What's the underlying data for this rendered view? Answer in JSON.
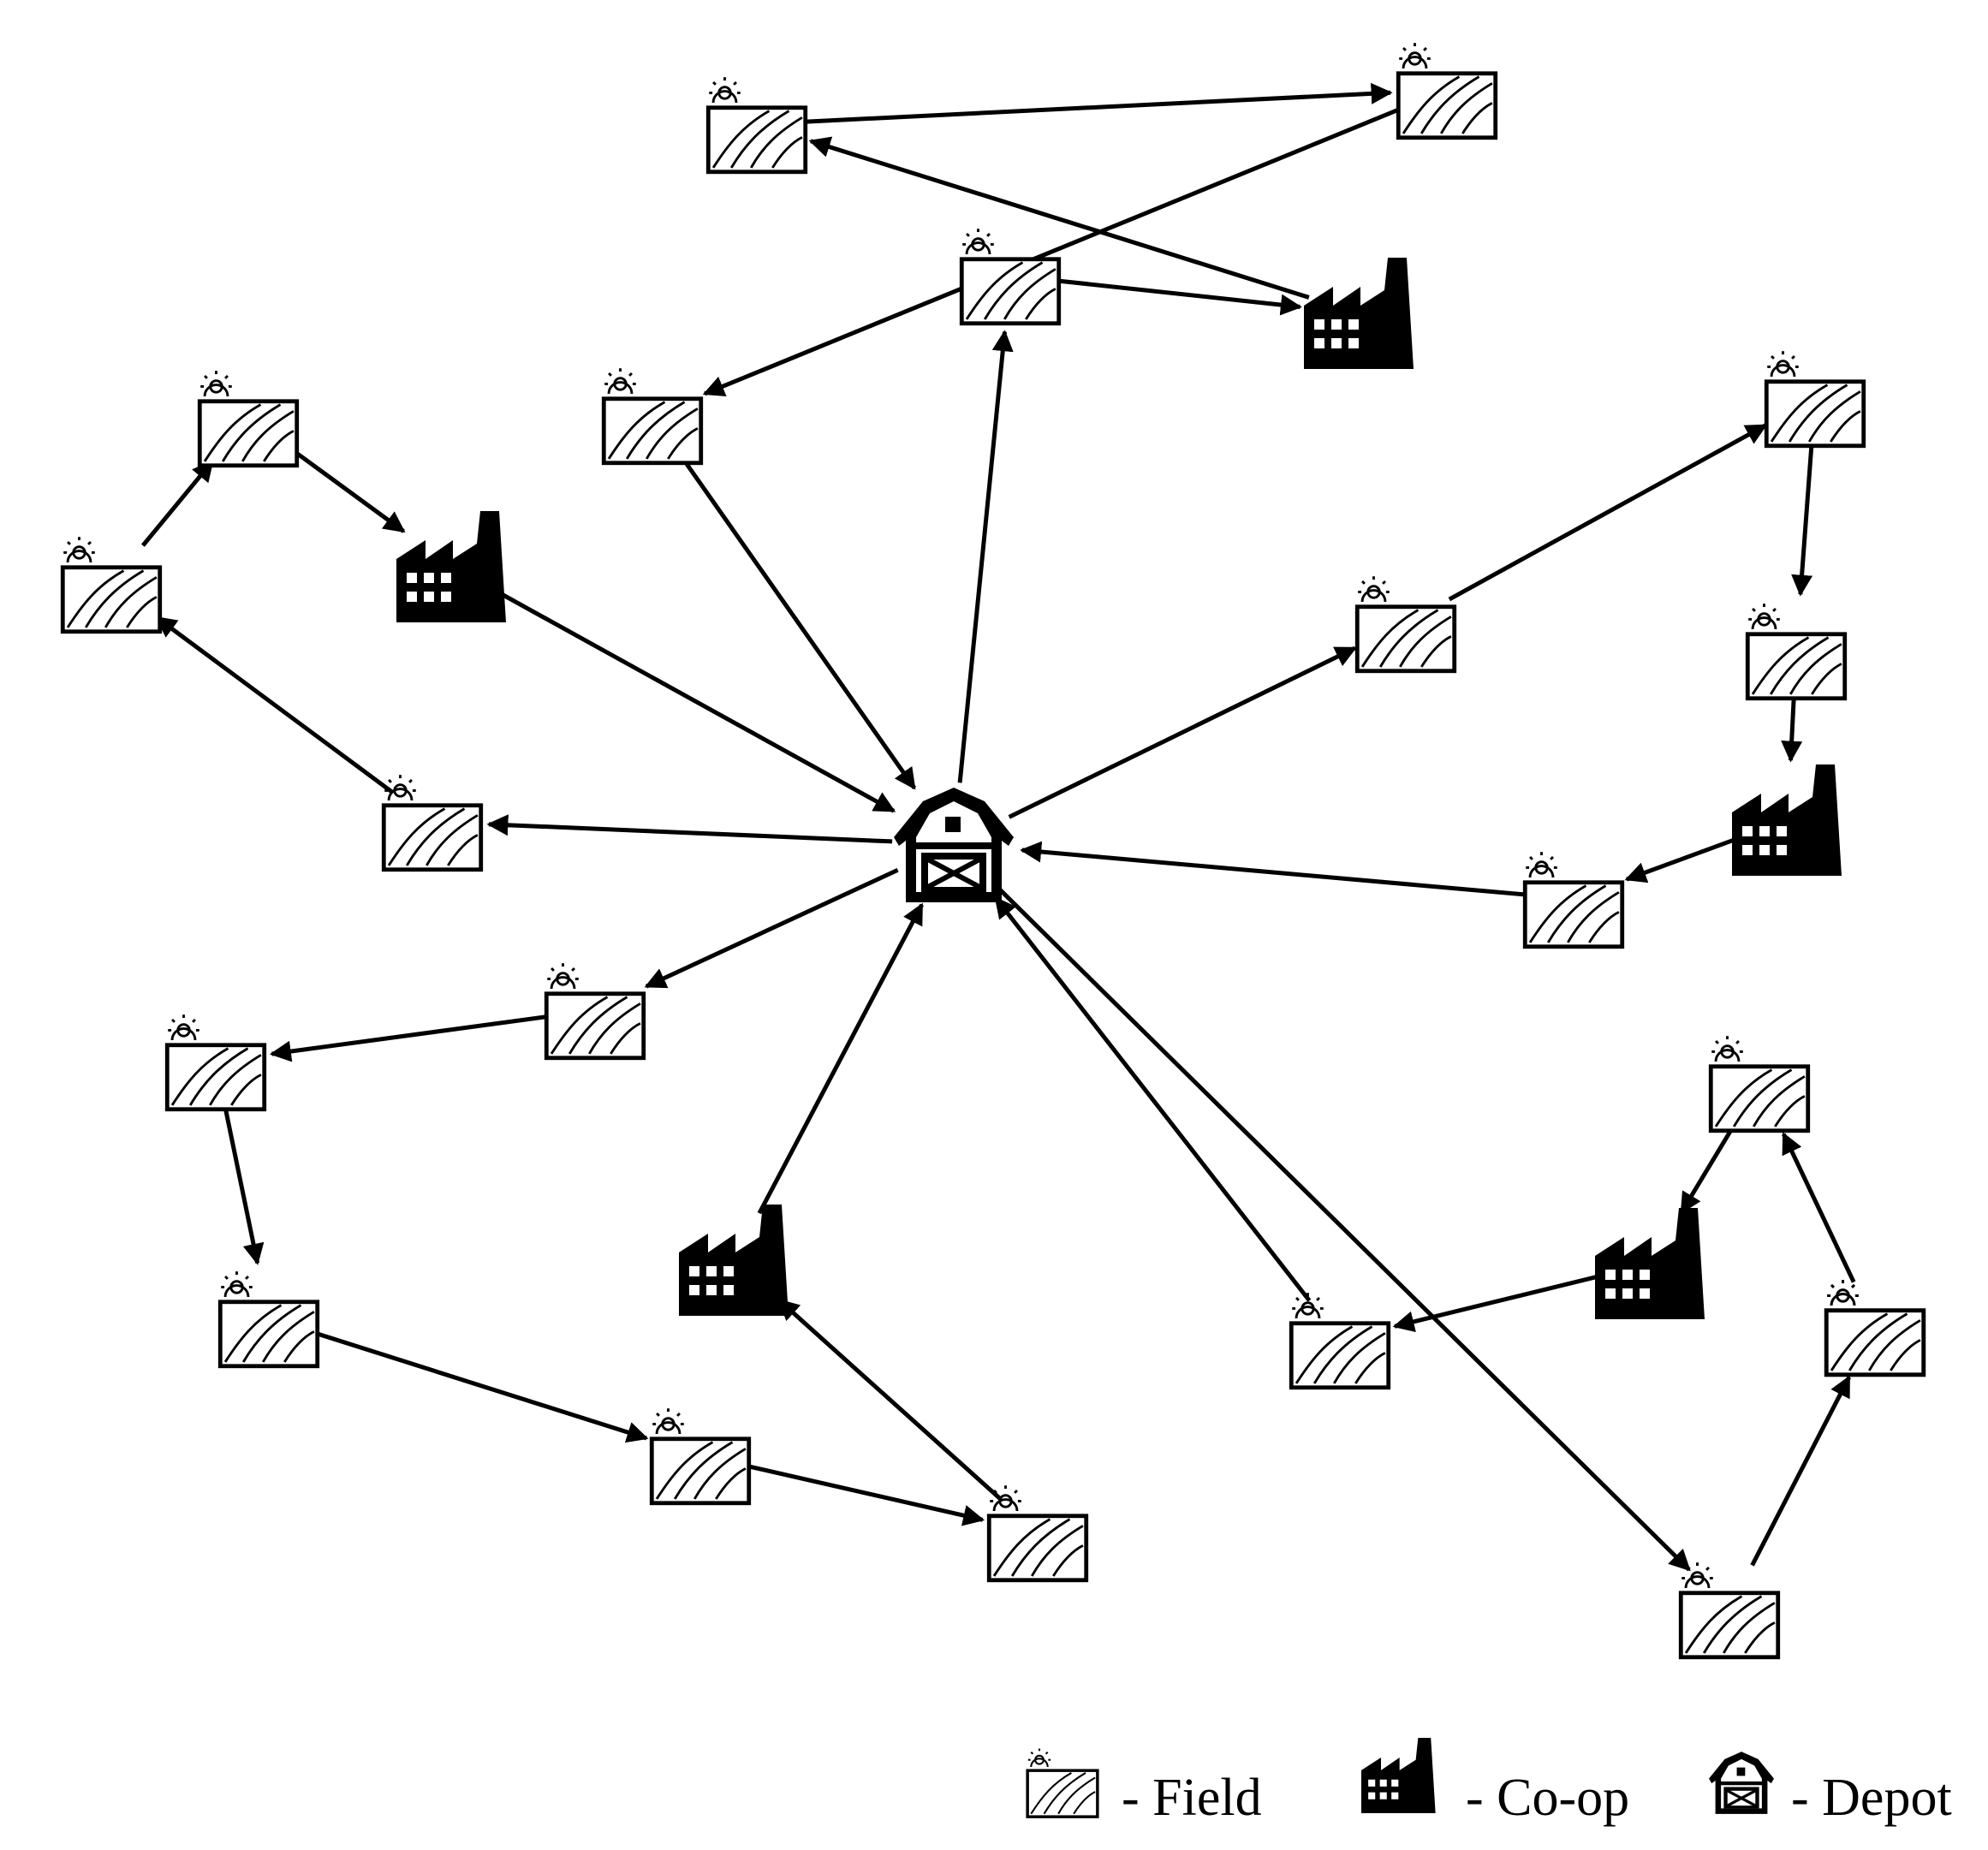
{
  "legend": {
    "field_label": "- Field",
    "coop_label": "- Co-op",
    "depot_label": "- Depot"
  },
  "nodes": [
    {
      "id": "depot",
      "type": "depot"
    },
    {
      "id": "f1",
      "type": "field"
    },
    {
      "id": "f2",
      "type": "field"
    },
    {
      "id": "f3",
      "type": "field"
    },
    {
      "id": "c1",
      "type": "coop"
    },
    {
      "id": "f4",
      "type": "field"
    },
    {
      "id": "f5",
      "type": "field"
    },
    {
      "id": "f6",
      "type": "field"
    },
    {
      "id": "c2",
      "type": "coop"
    },
    {
      "id": "f7",
      "type": "field"
    },
    {
      "id": "f8",
      "type": "field"
    },
    {
      "id": "f9",
      "type": "field"
    },
    {
      "id": "f10",
      "type": "field"
    },
    {
      "id": "f11",
      "type": "field"
    },
    {
      "id": "c3",
      "type": "coop"
    },
    {
      "id": "f12",
      "type": "field"
    },
    {
      "id": "f13",
      "type": "field"
    },
    {
      "id": "f14",
      "type": "field"
    },
    {
      "id": "f15",
      "type": "field"
    },
    {
      "id": "f16",
      "type": "field"
    },
    {
      "id": "c4",
      "type": "coop"
    },
    {
      "id": "f17",
      "type": "field"
    },
    {
      "id": "f18",
      "type": "field"
    },
    {
      "id": "f19",
      "type": "field"
    },
    {
      "id": "f20",
      "type": "field"
    },
    {
      "id": "c5",
      "type": "coop"
    },
    {
      "id": "f21",
      "type": "field"
    }
  ],
  "edges": [
    [
      "depot",
      "f1"
    ],
    [
      "f1",
      "f2"
    ],
    [
      "f2",
      "f3"
    ],
    [
      "f3",
      "c1"
    ],
    [
      "c1",
      "depot"
    ],
    [
      "depot",
      "f4"
    ],
    [
      "f4",
      "c2"
    ],
    [
      "c2",
      "f5"
    ],
    [
      "f5",
      "f6"
    ],
    [
      "f6",
      "f7"
    ],
    [
      "f7",
      "depot"
    ],
    [
      "depot",
      "f8"
    ],
    [
      "f8",
      "f9"
    ],
    [
      "f9",
      "f10"
    ],
    [
      "f10",
      "c3"
    ],
    [
      "c3",
      "f11"
    ],
    [
      "f11",
      "depot"
    ],
    [
      "depot",
      "f12"
    ],
    [
      "f12",
      "f13"
    ],
    [
      "f13",
      "f14"
    ],
    [
      "f14",
      "f15"
    ],
    [
      "f15",
      "f16"
    ],
    [
      "f16",
      "c4"
    ],
    [
      "c4",
      "depot"
    ],
    [
      "depot",
      "f17"
    ],
    [
      "f17",
      "f18"
    ],
    [
      "f18",
      "f19"
    ],
    [
      "f19",
      "f20"
    ],
    [
      "f20",
      "c5"
    ],
    [
      "c5",
      "f21"
    ],
    [
      "f21",
      "depot"
    ]
  ]
}
